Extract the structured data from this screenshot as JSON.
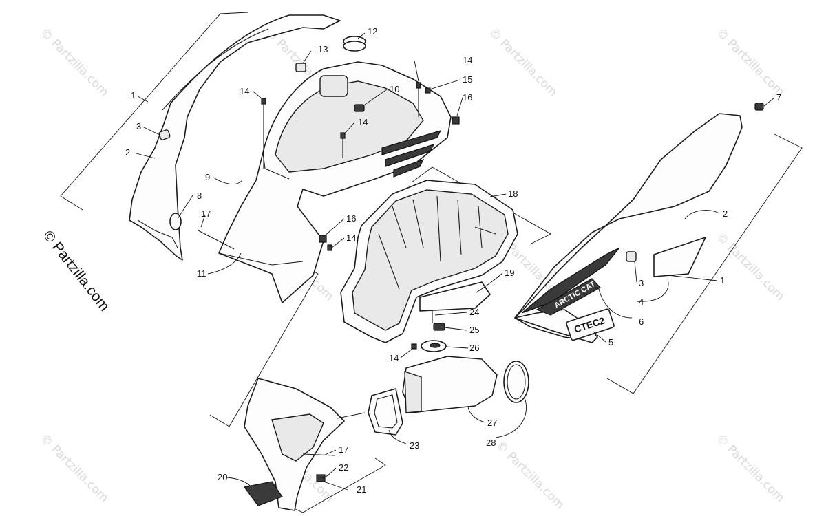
{
  "watermark": "© Partzilla.com",
  "side_copyright": "© Partzilla.com",
  "decal_text": "ARCTIC CAT",
  "model_badge": "CTEC2",
  "callouts": [
    {
      "id": "c1a",
      "label": "1"
    },
    {
      "id": "c2a",
      "label": "2"
    },
    {
      "id": "c3a",
      "label": "3"
    },
    {
      "id": "c8",
      "label": "8"
    },
    {
      "id": "c17a",
      "label": "17"
    },
    {
      "id": "c11",
      "label": "11"
    },
    {
      "id": "c9",
      "label": "9"
    },
    {
      "id": "c14a",
      "label": "14"
    },
    {
      "id": "c13",
      "label": "13"
    },
    {
      "id": "c12",
      "label": "12"
    },
    {
      "id": "c10",
      "label": "10"
    },
    {
      "id": "c14b",
      "label": "14"
    },
    {
      "id": "c14c",
      "label": "14"
    },
    {
      "id": "c15",
      "label": "15"
    },
    {
      "id": "c16a",
      "label": "16"
    },
    {
      "id": "c7",
      "label": "7"
    },
    {
      "id": "c2b",
      "label": "2"
    },
    {
      "id": "c18",
      "label": "18"
    },
    {
      "id": "c16b",
      "label": "16"
    },
    {
      "id": "c14d",
      "label": "14"
    },
    {
      "id": "c19",
      "label": "19"
    },
    {
      "id": "c24",
      "label": "24"
    },
    {
      "id": "c25",
      "label": "25"
    },
    {
      "id": "c26",
      "label": "26"
    },
    {
      "id": "c14e",
      "label": "14"
    },
    {
      "id": "c1b",
      "label": "1"
    },
    {
      "id": "c3b",
      "label": "3"
    },
    {
      "id": "c4",
      "label": "4"
    },
    {
      "id": "c6",
      "label": "6"
    },
    {
      "id": "c5",
      "label": "5"
    },
    {
      "id": "c27",
      "label": "27"
    },
    {
      "id": "c28",
      "label": "28"
    },
    {
      "id": "c23",
      "label": "23"
    },
    {
      "id": "c17b",
      "label": "17"
    },
    {
      "id": "c22",
      "label": "22"
    },
    {
      "id": "c20",
      "label": "20"
    },
    {
      "id": "c21",
      "label": "21"
    }
  ]
}
